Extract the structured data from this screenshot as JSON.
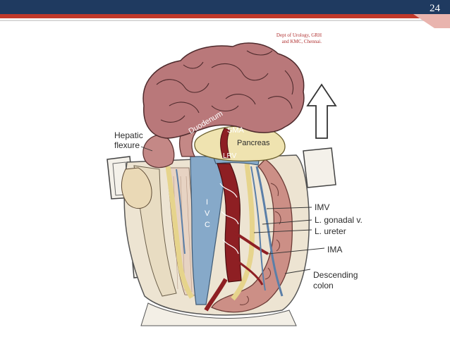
{
  "slide": {
    "number": "24",
    "credit_line1": "Dept of Urology, GRH",
    "credit_line2": "and KMC, Chennai."
  },
  "figure": {
    "labels": {
      "hepatic": "Hepatic",
      "flexure": "flexure",
      "duodenum": "Duodenum",
      "sma": "SMA",
      "pancreas": "Pancreas",
      "lrv": "LRV",
      "ivc_i": "I",
      "ivc_v": "V",
      "ivc_c": "C",
      "imv": "IMV",
      "gonadal": "L. gonadal v.",
      "ureter": "L. ureter",
      "ima": "IMA",
      "descending": "Descending",
      "colon": "colon"
    }
  },
  "colors": {
    "header_navy": "#1f3a60",
    "header_red": "#c0392b",
    "bowel": "#b9787a",
    "pancreas": "#efe3b0",
    "ivc": "#86a9c9",
    "aorta": "#8e1f23"
  }
}
